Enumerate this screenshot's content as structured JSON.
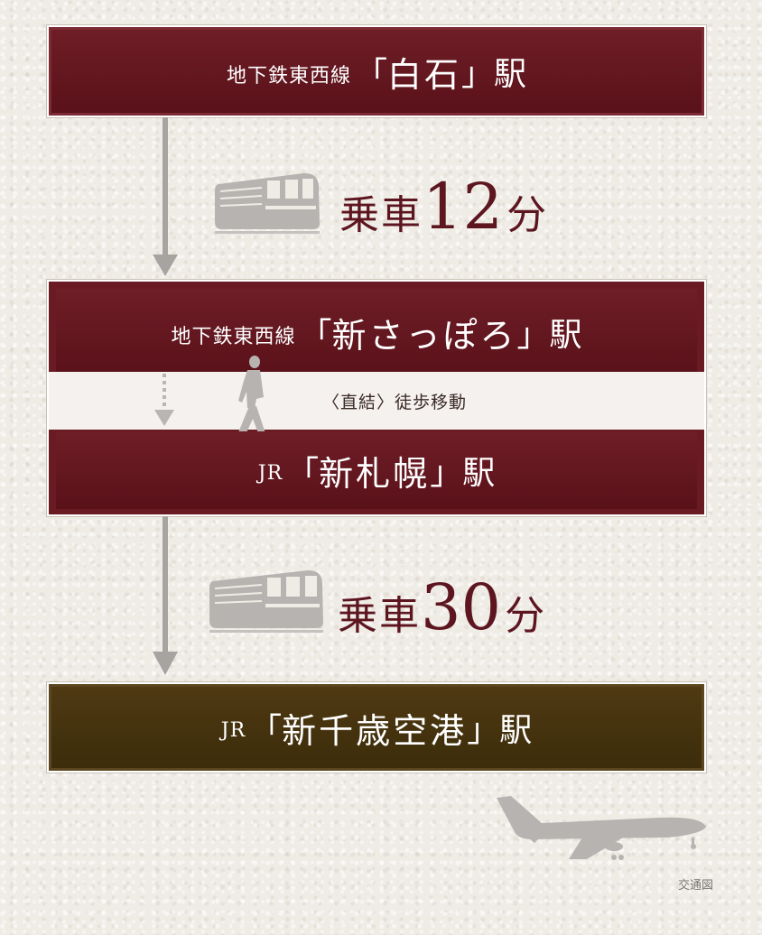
{
  "stations": {
    "shiroishi": {
      "prefix": "地下鉄東西線",
      "open": "「",
      "name": "白石",
      "close": "」",
      "suffix": "駅"
    },
    "shinsapporo": {
      "prefix": "地下鉄東西線",
      "open": "「",
      "name": "新さっぽろ",
      "close": "」",
      "suffix": "駅"
    },
    "shinsapporo_jr": {
      "prefix": "JR",
      "open": "「",
      "name": "新札幌",
      "close": "」",
      "suffix": "駅"
    },
    "airport": {
      "prefix": "JR",
      "open": "「",
      "name": "新千歳空港",
      "close": "」",
      "suffix": "駅"
    }
  },
  "walk": {
    "text": "〈直結〉徒歩移動"
  },
  "rides": [
    {
      "label": "乗車",
      "minutes": "12",
      "unit": "分"
    },
    {
      "label": "乗車",
      "minutes": "30",
      "unit": "分"
    }
  ],
  "caption": "交通図",
  "colors": {
    "maroon": "#5f141d",
    "brown": "#45330e",
    "accent_text": "#5d1620",
    "arrow_gray": "#a7a3a0",
    "icon_gray": "#b7b3b0"
  },
  "icons": {
    "train": "train-icon",
    "walker": "walking-person-icon",
    "plane": "airplane-icon"
  }
}
